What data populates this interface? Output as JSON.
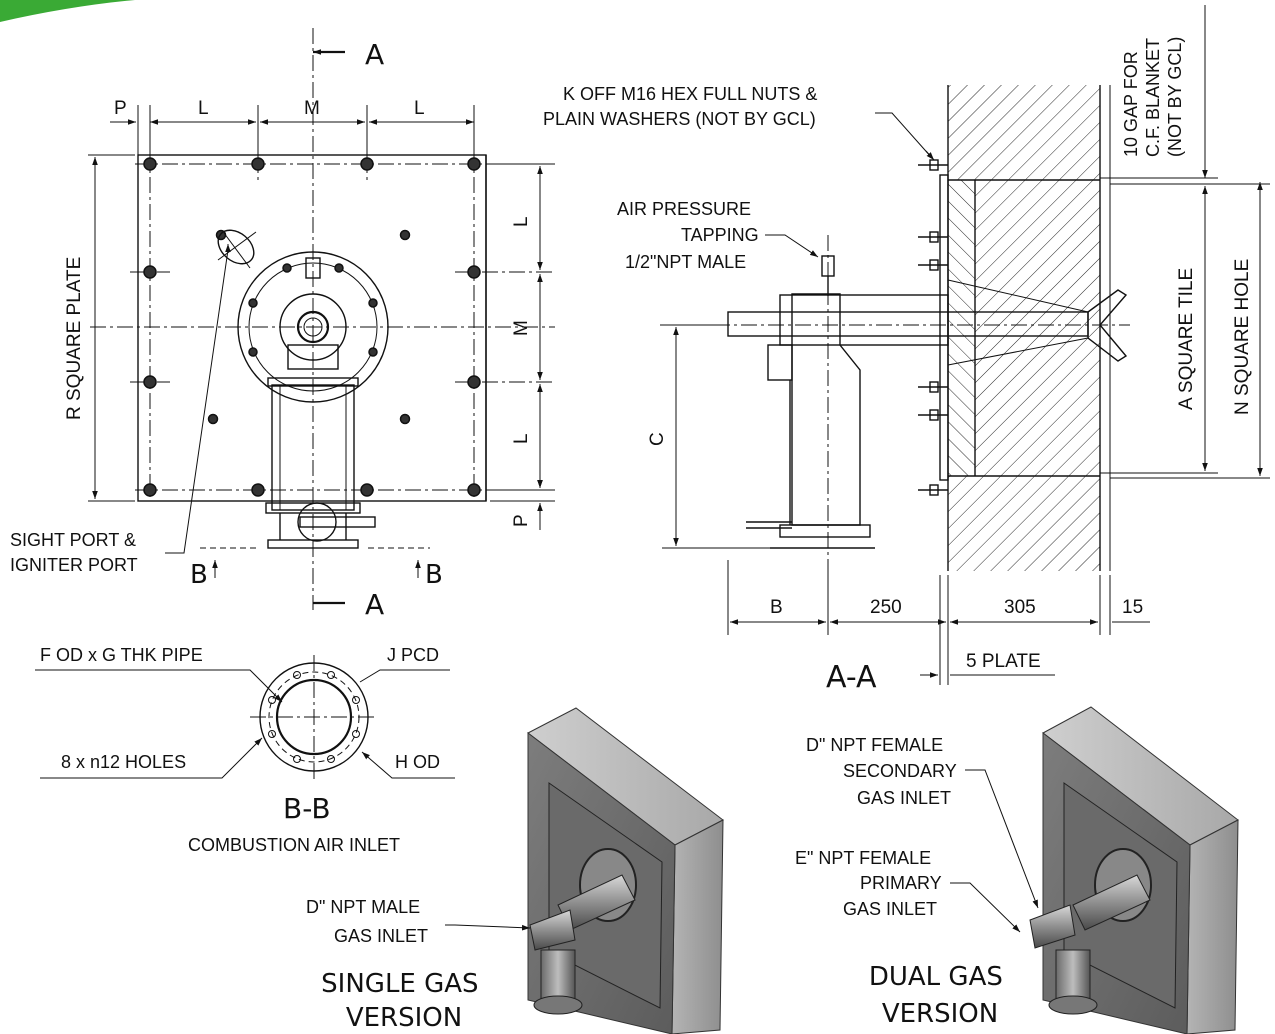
{
  "colors": {
    "ink": "#111111",
    "accent_corner": "#3aaa35",
    "paper": "#ffffff",
    "render_grey": "#9a9a9a"
  },
  "front_view": {
    "section_top_letter": "A",
    "section_bottom_letter": "A",
    "dim_P_top": "P",
    "dim_L_top_left": "L",
    "dim_M_top": "M",
    "dim_L_top_right": "L",
    "dim_R_plate": "R SQUARE PLATE",
    "dim_L_right_upper": "L",
    "dim_M_right": "M",
    "dim_L_right_lower": "L",
    "dim_P_right": "P",
    "callout_sight_port": [
      "SIGHT PORT &",
      "IGNITER PORT"
    ],
    "section_B_left": "B",
    "section_B_right": "B"
  },
  "section_view": {
    "callout_nuts": [
      "K OFF M16 HEX FULL NUTS &",
      "PLAIN WASHERS (NOT BY GCL)"
    ],
    "callout_air_pressure": [
      "AIR PRESSURE",
      "TAPPING",
      "1/2\"NPT MALE"
    ],
    "gap_note": [
      "10 GAP FOR",
      "C.F. BLANKET",
      "(NOT BY GCL)"
    ],
    "dim_A_tile": "A SQUARE TILE",
    "dim_N_hole": "N SQUARE HOLE",
    "dim_C": "C",
    "dim_B": "B",
    "dim_250": "250",
    "dim_305": "305",
    "dim_15": "15",
    "dim_5_plate": "5 PLATE",
    "title": "A-A"
  },
  "inlet_view": {
    "callout_pipe": "F OD x G THK PIPE",
    "callout_pcd": "J PCD",
    "callout_holes": "8 x n12 HOLES",
    "callout_hod": "H OD",
    "title": "B-B",
    "subtitle": "COMBUSTION AIR INLET"
  },
  "single_gas": {
    "callout_inlet": [
      "D\" NPT MALE",
      "GAS INLET"
    ],
    "title": [
      "SINGLE GAS",
      "VERSION"
    ]
  },
  "dual_gas": {
    "callout_secondary": [
      "D\" NPT FEMALE",
      "SECONDARY",
      "GAS INLET"
    ],
    "callout_primary": [
      "E\" NPT FEMALE",
      "PRIMARY",
      "GAS INLET"
    ],
    "title": [
      "DUAL GAS",
      "VERSION"
    ]
  }
}
